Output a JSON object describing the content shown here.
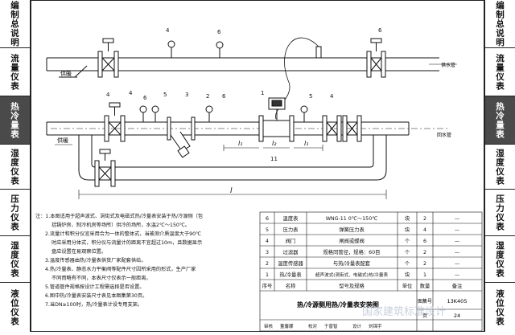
{
  "left_tabs": [
    {
      "label": "编制总说明",
      "active": false
    },
    {
      "label": "流量仪表",
      "active": false
    },
    {
      "label": "热冷量表",
      "active": true
    },
    {
      "label": "湿度仪表",
      "active": false
    },
    {
      "label": "压力仪表",
      "active": false
    },
    {
      "label": "湿度仪表",
      "active": false
    },
    {
      "label": "液位仪表",
      "active": false
    }
  ],
  "right_tabs": [
    {
      "label": "编制总说明",
      "active": false
    },
    {
      "label": "流量仪表",
      "active": false
    },
    {
      "label": "热冷量表",
      "active": true
    },
    {
      "label": "湿度仪表",
      "active": false
    },
    {
      "label": "压力仪表",
      "active": false
    },
    {
      "label": "湿度仪表",
      "active": false
    },
    {
      "label": "液位仪表",
      "active": false
    }
  ],
  "drawing": {
    "label_supply_left": "供暖",
    "label_return_left": "供暖",
    "label_supply_right": "供水管",
    "label_return_right": "回水管",
    "callouts": [
      "4",
      "6",
      "6",
      "4",
      "4",
      "6",
      "5",
      "3",
      "2",
      "6",
      "1",
      "5",
      "4",
      "11"
    ],
    "dim_l1a": "l₁",
    "dim_l1b": "l₁",
    "dim_l2": "l₂",
    "dim_total": "l"
  },
  "notes": [
    "注：1.本图适用于超声波式、涡街式及电磁式热/冷量表安装于热/冷源侧（包",
    "括锅炉房、制冷机房等场所）供冷的场所，水温2℃～150℃。",
    "2.流量计和积分仪宜采用合为一体的整体式，当被测介质温度大于90℃",
    "时应采用分体式，积分仪与流量计的距离不宜超过10m，且数据显示",
    "盘应设置在易观察位置。",
    "3.温度传感器由热/冷量表供货厂家配套供给。",
    "4.热/冷量表、静态水力平衡阀等配件尺寸因所采用的形式，生产厂家",
    "不同而略有不同，本表尺寸仅表示一般距离。",
    "5.管道管件规格按设计工程需选择是否设置。",
    "6.图中热/冷量表安装尺寸表见本图集第30页。",
    "7.当DN≥100时，热/冷量表计设专用支架。"
  ],
  "table": {
    "rows": [
      {
        "no": "6",
        "name": "温度表",
        "spec": "WNG-11 0℃～150℃",
        "unit": "块",
        "qty": "2",
        "note": "—"
      },
      {
        "no": "5",
        "name": "压力表",
        "spec": "弹簧压力表",
        "unit": "块",
        "qty": "4",
        "note": "—"
      },
      {
        "no": "4",
        "name": "阀门",
        "spec": "闸阀或蝶阀",
        "unit": "个",
        "qty": "6",
        "note": "—"
      },
      {
        "no": "3",
        "name": "过滤器",
        "spec": "规格同管径，规格：60目",
        "unit": "个",
        "qty": "2",
        "note": "—"
      },
      {
        "no": "2",
        "name": "温度传感器",
        "spec": "与热/冷量表配套",
        "unit": "个",
        "qty": "2",
        "note": "—"
      },
      {
        "no": "1",
        "name": "热/冷量表",
        "spec": "超声波式(涡街式、电磁式)热/冷量表",
        "unit": "块",
        "qty": "1",
        "note": "—"
      }
    ],
    "header": {
      "no": "序号",
      "name": "名称",
      "spec": "型号及规格",
      "unit": "单位",
      "qty": "数量",
      "note": "备注"
    },
    "title": "热/冷源侧用热/冷量表安装图",
    "atlas_label": "图集号",
    "atlas_value": "13K405",
    "page_label": "页",
    "page_value": "24",
    "signature_row": [
      "审核",
      "董馨娜",
      "校对",
      "于普智",
      "设计",
      "刘锦宇"
    ]
  },
  "watermark": "国家建筑标准设计"
}
